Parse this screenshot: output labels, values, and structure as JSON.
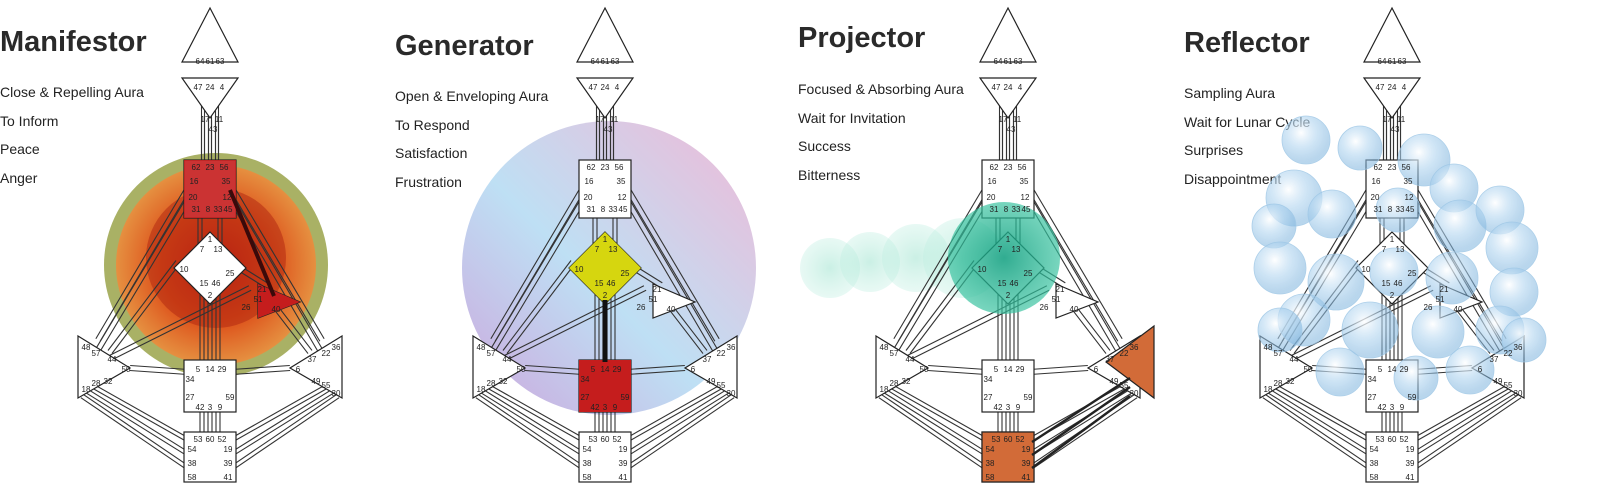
{
  "types": [
    {
      "title": "Manifestor",
      "attributes": [
        "Close & Repelling  Aura",
        "To Inform",
        "Peace",
        "Anger"
      ]
    },
    {
      "title": "Generator",
      "attributes": [
        "Open & Enveloping Aura",
        "To Respond",
        "Satisfaction",
        "Frustration"
      ]
    },
    {
      "title": "Projector",
      "attributes": [
        "Focused & Absorbing Aura",
        "Wait for Invitation",
        "Success",
        "Bitterness"
      ]
    },
    {
      "title": "Reflector",
      "attributes": [
        "Sampling Aura",
        "Wait for Lunar Cycle",
        "Surprises",
        "Disappointment"
      ]
    }
  ],
  "gates": {
    "head": [
      "64",
      "61",
      "63"
    ],
    "ajna": [
      "47",
      "24",
      "4"
    ],
    "ajna_lower": [
      "17",
      "11",
      "43"
    ],
    "throat": [
      "62",
      "23",
      "56",
      "16",
      "35",
      "20",
      "12",
      "31",
      "8",
      "33",
      "45"
    ],
    "g": [
      "1",
      "7",
      "13",
      "10",
      "25",
      "15",
      "46",
      "2"
    ],
    "ego": [
      "21",
      "51",
      "26",
      "40"
    ],
    "sacral": [
      "5",
      "14",
      "29",
      "34",
      "27",
      "42",
      "3",
      "9",
      "59"
    ],
    "spleen": [
      "48",
      "57",
      "44",
      "50",
      "32",
      "28",
      "18"
    ],
    "solar": [
      "36",
      "22",
      "37",
      "6",
      "49",
      "55",
      "30"
    ],
    "root": [
      "53",
      "60",
      "52",
      "54",
      "19",
      "38",
      "39",
      "58",
      "41"
    ]
  },
  "colors": {
    "manifestor_aura": "#e2410f",
    "manifestor_ring": "#9aa34a",
    "defined_red": "#c51d1d",
    "generator_yellow": "#d6d60f",
    "generator_aura_blue": "#b7dcf3",
    "generator_aura_pink": "#eeb1d2",
    "projector_green": "#0e9e7e",
    "projector_orange": "#d26b38",
    "reflector_blue": "#aed3ef"
  }
}
